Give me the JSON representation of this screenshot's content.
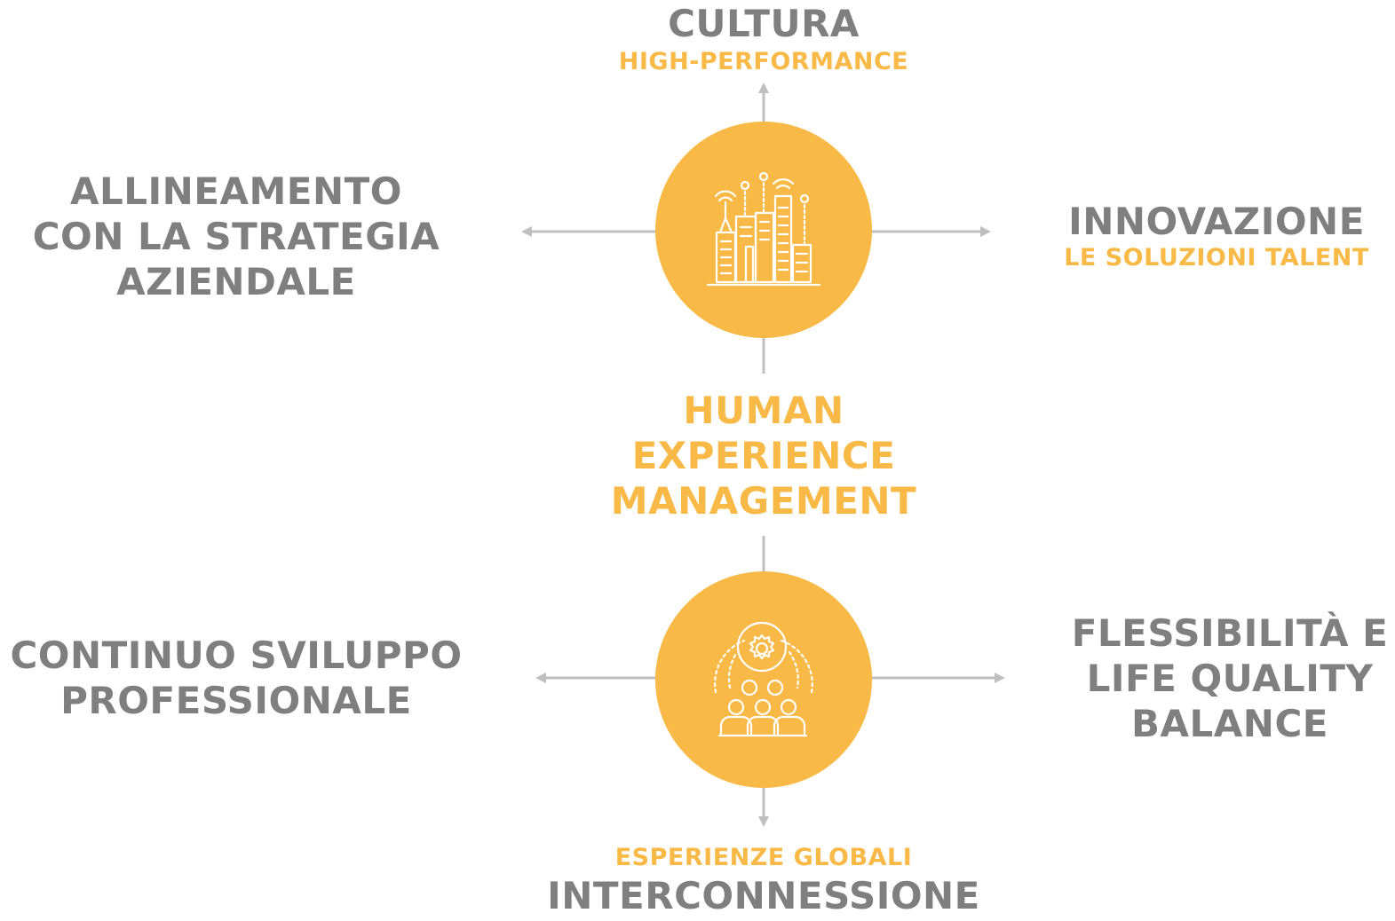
{
  "colors": {
    "accent": "#f8b947",
    "text_grey": "#7f7f7f",
    "arrow": "#bfbfbf",
    "icon": "#ffffff"
  },
  "center": {
    "lines": [
      "HUMAN",
      "EXPERIENCE",
      "MANAGEMENT"
    ]
  },
  "top": {
    "title": "CULTURA",
    "subtitle": "HIGH-PERFORMANCE",
    "icon": "smart-city-icon"
  },
  "left_top": {
    "lines": [
      "ALLINEAMENTO",
      "CON LA STRATEGIA",
      "AZIENDALE"
    ]
  },
  "right_top": {
    "title": "INNOVAZIONE",
    "subtitle": "LE SOLUZIONI TALENT"
  },
  "left_bottom": {
    "lines": [
      "CONTINUO SVILUPPO",
      "PROFESSIONALE"
    ]
  },
  "right_bottom": {
    "lines": [
      "FLESSIBILITÀ E",
      "LIFE QUALITY",
      "BALANCE"
    ]
  },
  "bottom": {
    "subtitle": "ESPERIENZE GLOBALI",
    "title": "INTERCONNESSIONE",
    "icon": "team-gear-icon"
  }
}
